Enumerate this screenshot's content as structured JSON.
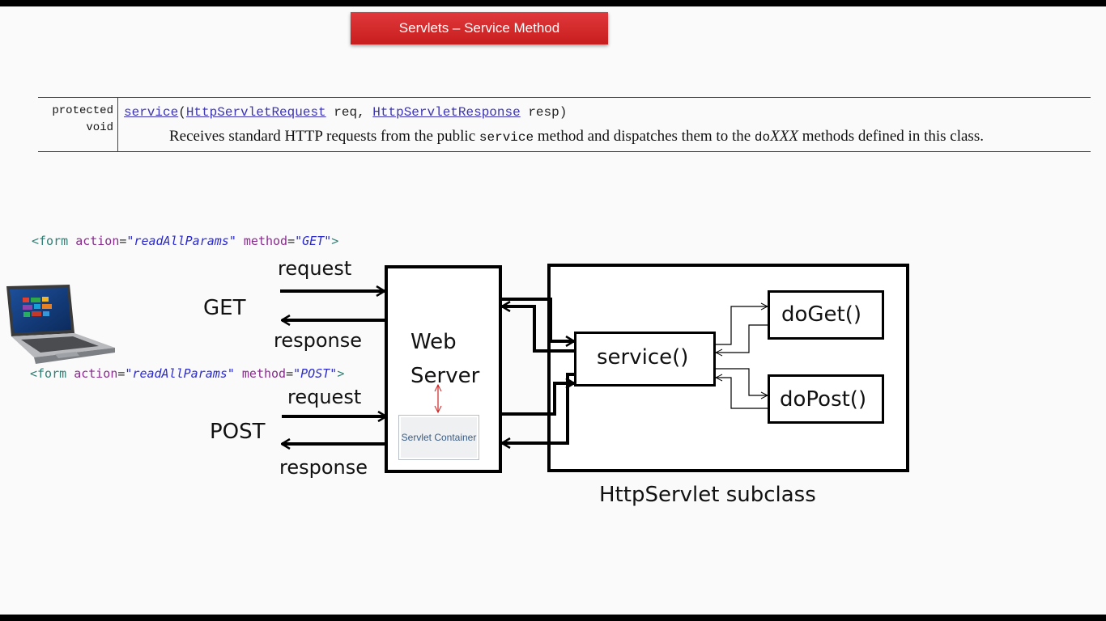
{
  "title": "Servlets – Service Method",
  "api": {
    "modifier_line1": "protected",
    "modifier_line2": "void",
    "method_name": "service",
    "param1_type": "HttpServletRequest",
    "param1_name": "req,",
    "param2_type": "HttpServletResponse",
    "param2_name": "resp)",
    "desc_part1": "Receives standard HTTP requests from the public ",
    "desc_code1": "service",
    "desc_part2": " method and dispatches them to the ",
    "desc_code2": "do",
    "desc_italic": "XXX",
    "desc_part3": " methods defined in this class."
  },
  "forms": {
    "get": {
      "open": "<form",
      "action_attr": "action",
      "action_val": "\"readAllParams\"",
      "method_attr": "method",
      "method_val": "\"GET\"",
      "close": ">"
    },
    "post": {
      "open": "<form",
      "action_attr": "action",
      "action_val": "\"readAllParams\"",
      "method_attr": "method",
      "method_val": "\"POST\"",
      "close": ">"
    }
  },
  "diagram": {
    "get_label": "GET",
    "post_label": "POST",
    "request_label": "request",
    "response_label": "response",
    "web_server_line1": "Web",
    "web_server_line2": "Server",
    "servlet_container": "Servlet Container",
    "service": "service()",
    "do_get": "doGet()",
    "do_post": "doPost()",
    "subclass_caption": "HttpServlet subclass"
  },
  "colors": {
    "banner": "#d22a2c",
    "link": "#3a33b8",
    "code_tag": "#2f7f74",
    "code_attr": "#8a2b8f",
    "code_value": "#2a2ad0",
    "double_arrow": "#d02020"
  }
}
